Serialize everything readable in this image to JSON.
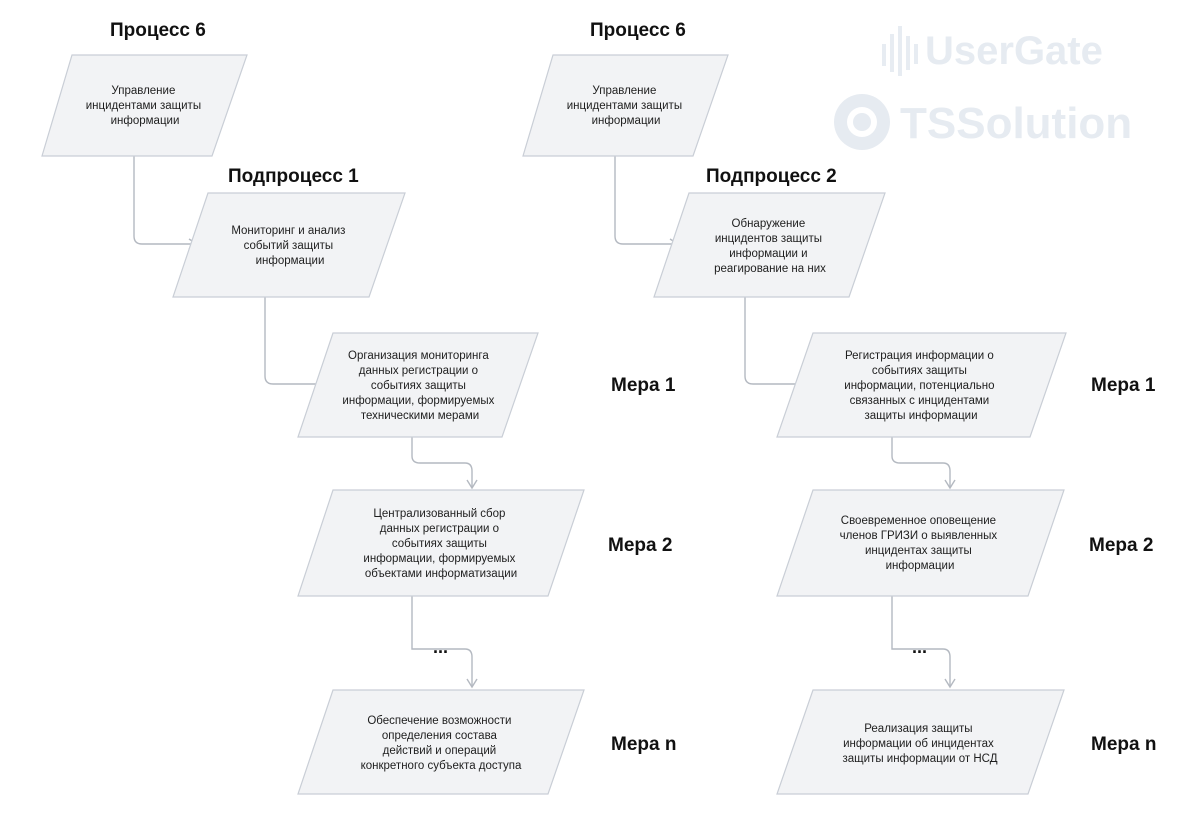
{
  "watermark": {
    "brand1": "UserGate",
    "brand2": "TSSolution",
    "colors": {
      "text": "#e6ebf1"
    }
  },
  "colors": {
    "box_fill": "#f2f3f5",
    "box_stroke": "#c9ced6",
    "connector": "#b4b9c1",
    "text": "#111111"
  },
  "left": {
    "process_title": "Процесс 6",
    "process_box": [
      "Управление",
      "инцидентами защиты",
      "информации"
    ],
    "subprocess_title": "Подпроцесс 1",
    "subprocess_box": [
      "Мониторинг и анализ",
      "событий защиты",
      "информации"
    ],
    "measures": [
      {
        "label": "Мера 1",
        "text": [
          "Организация мониторинга",
          "данных регистрации о",
          "событиях защиты",
          "информации, формируемых",
          "техническими мерами"
        ]
      },
      {
        "label": "Мера 2",
        "text": [
          "Централизованный сбор",
          "данных регистрации о",
          "событиях защиты",
          "информации, формируемых",
          "объектами информатизации"
        ]
      },
      {
        "label": "Мера n",
        "text": [
          "Обеспечение возможности",
          "определения состава",
          "действий и операций",
          "конкретного субъекта доступа"
        ]
      }
    ],
    "ellipsis": "..."
  },
  "right": {
    "process_title": "Процесс 6",
    "process_box": [
      "Управление",
      "инцидентами защиты",
      "информации"
    ],
    "subprocess_title": "Подпроцесс 2",
    "subprocess_box": [
      "Обнаружение",
      "инцидентов защиты",
      "информации и",
      "реагирование на них"
    ],
    "measures": [
      {
        "label": "Мера 1",
        "text": [
          "Регистрация информации о",
          "событиях защиты",
          "информации, потенциально",
          "связанных с инцидентами",
          "защиты информации"
        ]
      },
      {
        "label": "Мера 2",
        "text": [
          "Своевременное оповещение",
          "членов ГРИЗИ о выявленных",
          "инцидентах защиты",
          "информации"
        ]
      },
      {
        "label": "Мера n",
        "text": [
          "Реализация защиты",
          "информации об инцидентах",
          "защиты информации от НСД"
        ]
      }
    ],
    "ellipsis": "..."
  }
}
